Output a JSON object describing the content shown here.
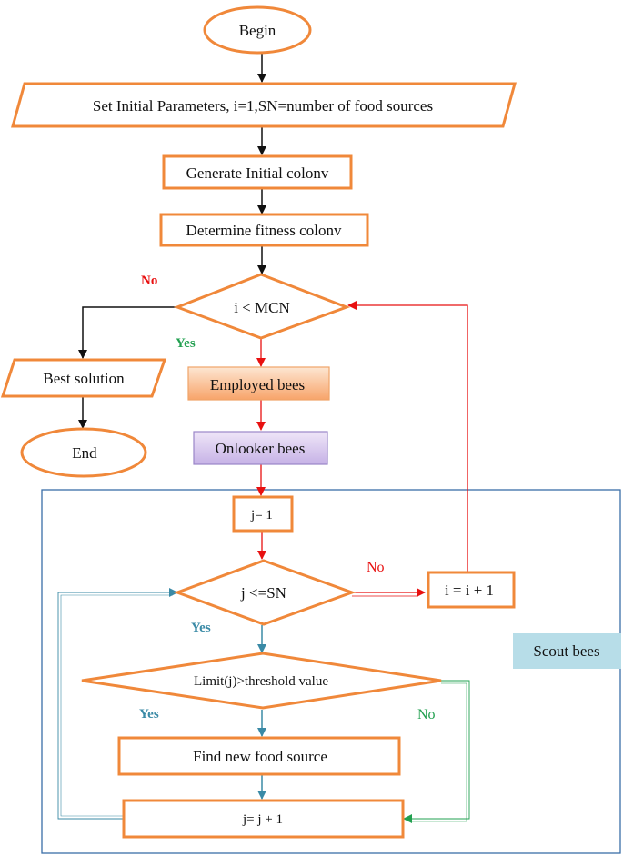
{
  "nodes": {
    "begin": "Begin",
    "set_params": "Set Initial Parameters, i=1,SN=number of food sources",
    "generate": "Generate Initial colonv",
    "fitness": "Determine fitness colonv",
    "cond_mcn": "i < MCN",
    "best": "Best solution",
    "end": "End",
    "employed": "Employed bees",
    "onlooker": "Onlooker bees",
    "j_init": "j= 1",
    "cond_sn": "j <=SN",
    "i_inc": "i = i + 1",
    "limit": "Limit(j)>threshold value",
    "find_new": "Find new food source",
    "j_inc": "j= j + 1",
    "scout": "Scout bees"
  },
  "labels": {
    "no_mcn": "No",
    "yes_mcn": "Yes",
    "no_sn": "No",
    "yes_sn": "Yes",
    "yes_limit": "Yes",
    "no_limit": "No"
  },
  "colors": {
    "orange": "#f0883a",
    "red": "#e81010",
    "teal": "#3a8aa6",
    "green": "#22a050",
    "blue_frame": "#3a6ea8",
    "scout_bg": "#b7dde8"
  }
}
